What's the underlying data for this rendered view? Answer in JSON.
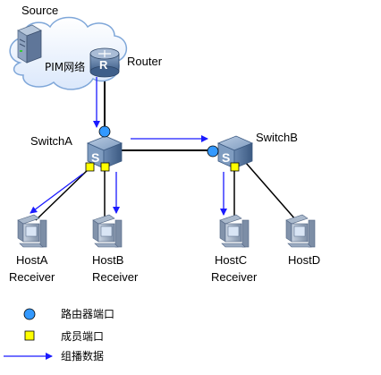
{
  "nodes": {
    "source": {
      "label": "Source",
      "icon": "server-icon"
    },
    "pim_network": {
      "label": "PIM网络",
      "icon": "cloud-icon"
    },
    "router": {
      "label": "Router",
      "icon": "router-icon"
    },
    "switch_a": {
      "label": "SwitchA",
      "icon": "switch-icon"
    },
    "switch_b": {
      "label": "SwitchB",
      "icon": "switch-icon"
    },
    "host_a": {
      "label": "HostA",
      "role": "Receiver",
      "icon": "computer-icon"
    },
    "host_b": {
      "label": "HostB",
      "role": "Receiver",
      "icon": "computer-icon"
    },
    "host_c": {
      "label": "HostC",
      "role": "Receiver",
      "icon": "computer-icon"
    },
    "host_d": {
      "label": "HostD",
      "icon": "computer-icon"
    }
  },
  "legend": {
    "router_port": "路由器端口",
    "member_port": "成员端口",
    "multicast_data": "组播数据"
  },
  "colors": {
    "router_port": "#3399ff",
    "member_port": "#ffff00",
    "multicast_arrow": "#1a1aff",
    "link": "#000000",
    "cloud_fill": "#eaf2ff",
    "cloud_stroke": "#7fa7d9"
  }
}
